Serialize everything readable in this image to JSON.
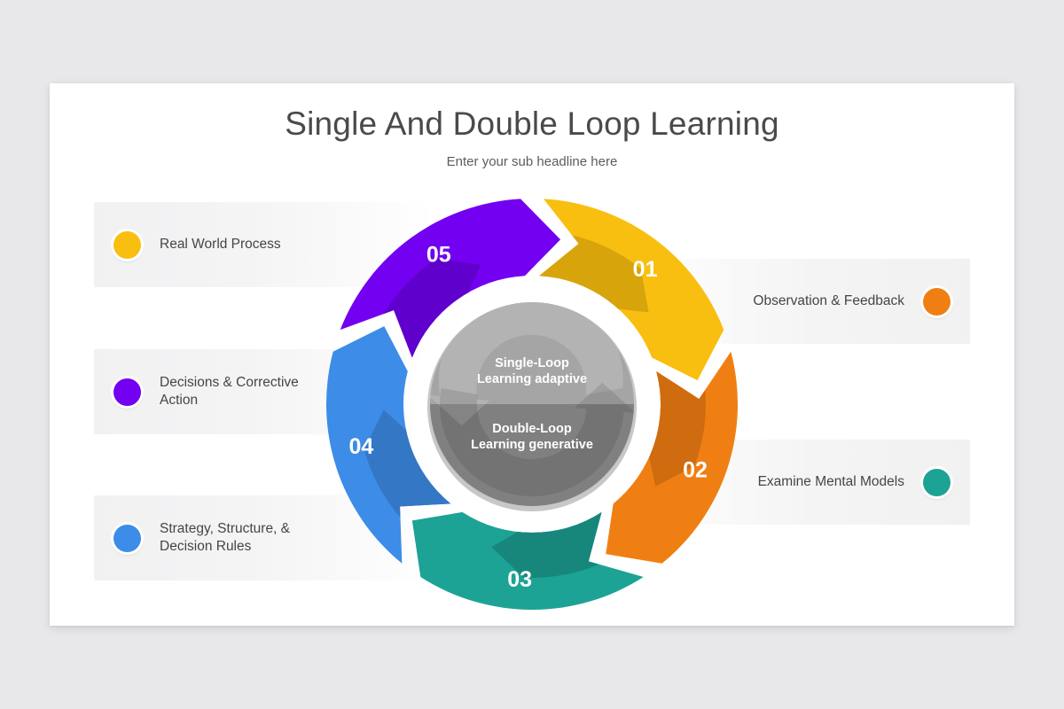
{
  "slide": {
    "title": "Single And Double Loop Learning",
    "subtitle": "Enter your sub headline here"
  },
  "hub": {
    "top_line1": "Single-Loop",
    "top_line2": "Learning adaptive",
    "bottom_line1": "Double-Loop",
    "bottom_line2": "Learning generative",
    "top_color": "#a5a5a5",
    "bottom_color": "#808080",
    "ring_color": "#ffffff"
  },
  "chart_data": {
    "type": "pie",
    "title": "Single And Double Loop Learning",
    "subtitle": "Enter your sub headline here",
    "legend_position": "left-and-right",
    "categories": [
      "01",
      "02",
      "03",
      "04",
      "05"
    ],
    "values": [
      20,
      20,
      20,
      20,
      20
    ],
    "labels": [
      "Real World Process",
      "Observation & Feedback",
      "Examine Mental Models",
      "Strategy, Structure, & Decision Rules",
      "Decisions & Corrective Action"
    ],
    "colors": [
      "#f9bf10",
      "#f07f13",
      "#1ca395",
      "#3c8ce8",
      "#7300f0"
    ],
    "shade_colors": [
      "#d8a40c",
      "#cf6c10",
      "#17877c",
      "#3477c4",
      "#6000cd"
    ],
    "center_label": "Single-Loop Learning adaptive / Double-Loop Learning generative"
  },
  "segments": [
    {
      "number": "01",
      "label": "Real World Process",
      "color": "#f9bf10",
      "shade": "#d8a40c",
      "side": "left",
      "start_deg": -90,
      "end_deg": -18
    },
    {
      "number": "02",
      "label": "Observation & Feedback",
      "color": "#f07f13",
      "shade": "#cf6c10",
      "side": "right",
      "start_deg": -18,
      "end_deg": 54
    },
    {
      "number": "03",
      "label": "Examine Mental Models",
      "color": "#1ca395",
      "shade": "#17877c",
      "side": "right",
      "start_deg": 54,
      "end_deg": 126
    },
    {
      "number": "04",
      "label": "Strategy, Structure, &\nDecision Rules",
      "color": "#3c8ce8",
      "shade": "#3477c4",
      "side": "left",
      "start_deg": 126,
      "end_deg": 198
    },
    {
      "number": "05",
      "label": "Decisions & Corrective\nAction",
      "color": "#7300f0",
      "shade": "#6000cd",
      "side": "left",
      "start_deg": 198,
      "end_deg": 270
    }
  ],
  "theme": {
    "page_background": "#e8e8ea",
    "card_background": "#ffffff",
    "title_color": "#4a4a4a",
    "subtitle_color": "#5c5c5c",
    "legend_text_color": "#454545",
    "band_background": "#f1f1f2"
  }
}
